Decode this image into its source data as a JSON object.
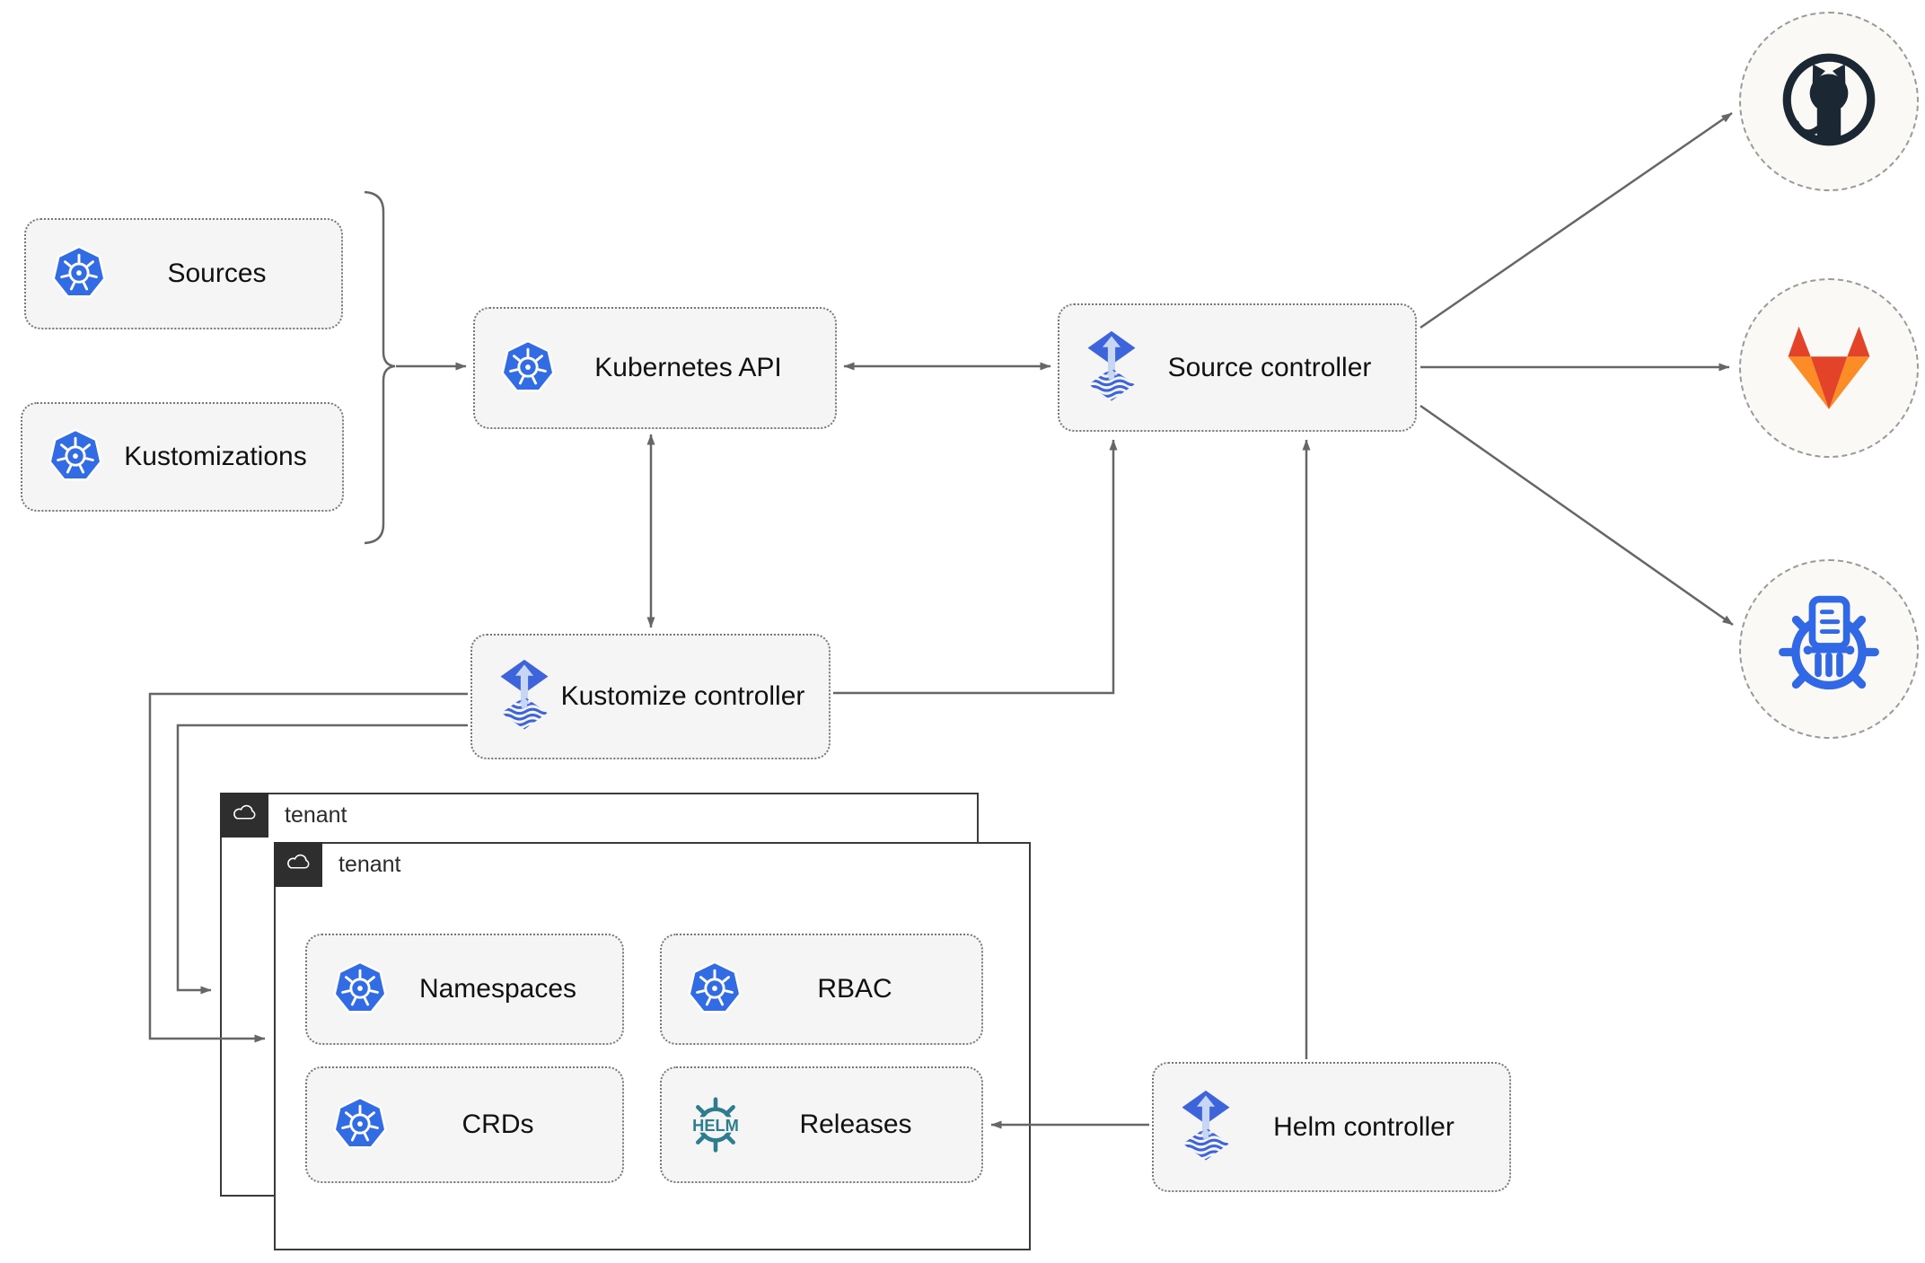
{
  "nodes": {
    "sources": {
      "label": "Sources",
      "icon": "kubernetes"
    },
    "kustomizations": {
      "label": "Kustomizations",
      "icon": "kubernetes"
    },
    "kubernetes_api": {
      "label": "Kubernetes API",
      "icon": "kubernetes"
    },
    "source_controller": {
      "label": "Source controller",
      "icon": "flux"
    },
    "kustomize_controller": {
      "label": "Kustomize controller",
      "icon": "flux"
    },
    "helm_controller": {
      "label": "Helm controller",
      "icon": "flux"
    },
    "namespaces": {
      "label": "Namespaces",
      "icon": "kubernetes"
    },
    "rbac": {
      "label": "RBAC",
      "icon": "kubernetes"
    },
    "crds": {
      "label": "CRDs",
      "icon": "kubernetes"
    },
    "releases": {
      "label": "Releases",
      "icon": "helm"
    }
  },
  "groups": {
    "tenant_back": {
      "label": "tenant",
      "icon": "cloud"
    },
    "tenant_front": {
      "label": "tenant",
      "icon": "cloud"
    }
  },
  "endpoints": {
    "github": {
      "icon": "github-logo"
    },
    "gitlab": {
      "icon": "gitlab-logo"
    },
    "chartmuseum": {
      "icon": "chartmuseum-logo"
    }
  },
  "edges": [
    {
      "from": "sources+kustomizations",
      "to": "kubernetes_api",
      "style": "arrow"
    },
    {
      "from": "kubernetes_api",
      "to": "source_controller",
      "style": "double-arrow"
    },
    {
      "from": "kubernetes_api",
      "to": "kustomize_controller",
      "style": "double-arrow"
    },
    {
      "from": "kustomize_controller",
      "to": "source_controller",
      "style": "arrow"
    },
    {
      "from": "helm_controller",
      "to": "source_controller",
      "style": "arrow"
    },
    {
      "from": "helm_controller",
      "to": "releases",
      "style": "arrow"
    },
    {
      "from": "kustomize_controller",
      "to": "tenant_front",
      "style": "arrow"
    },
    {
      "from": "kustomize_controller",
      "to": "tenant_back",
      "style": "arrow"
    },
    {
      "from": "source_controller",
      "to": "github",
      "style": "arrow"
    },
    {
      "from": "source_controller",
      "to": "gitlab",
      "style": "arrow"
    },
    {
      "from": "source_controller",
      "to": "chartmuseum",
      "style": "arrow"
    }
  ],
  "colors": {
    "kubernetes_blue": "#326CE5",
    "flux_blue": "#3D64DB",
    "flux_arrow_light": "#C6D6F3",
    "helm_teal": "#2E7D8F",
    "github_dark": "#1B2733",
    "gitlab_red": "#E24329",
    "gitlab_orange": "#FC8D26",
    "chartmuseum_blue": "#3068E5",
    "edge_gray": "#666666",
    "node_fill": "#F5F5F5",
    "node_border": "#777777",
    "tenant_border": "#3A3A3A",
    "badge_dark": "#2E2E2E",
    "endpoint_fill": "#FAF9F6",
    "endpoint_border": "#9A9A9A",
    "label_color": "#111111"
  }
}
